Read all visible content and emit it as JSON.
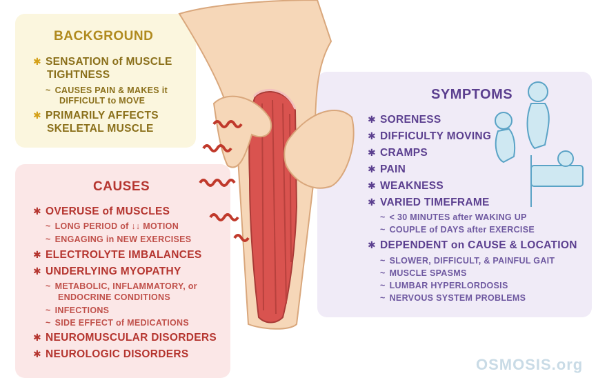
{
  "background": {
    "heading": "BACKGROUND",
    "items": [
      {
        "line1": "SENSATION of MUSCLE",
        "line2": "TIGHTNESS"
      },
      {
        "sub1": "CAUSES PAIN & MAKES it",
        "sub2": "DIFFICULT to MOVE"
      },
      {
        "line1": "PRIMARILY AFFECTS",
        "line2": "SKELETAL MUSCLE"
      }
    ]
  },
  "causes": {
    "heading": "CAUSES",
    "overuse": "OVERUSE of MUSCLES",
    "overuse_subs": [
      "LONG PERIOD of ↓↓ MOTION",
      "ENGAGING in NEW EXERCISES"
    ],
    "electrolyte": "ELECTROLYTE IMBALANCES",
    "myopathy": "UNDERLYING MYOPATHY",
    "myopathy_subs": [
      "METABOLIC, INFLAMMATORY, or",
      "ENDOCRINE CONDITIONS",
      "INFECTIONS",
      "SIDE EFFECT of MEDICATIONS"
    ],
    "neuromuscular": "NEUROMUSCULAR DISORDERS",
    "neurologic": "NEUROLOGIC DISORDERS"
  },
  "symptoms": {
    "heading": "SYMPTOMS",
    "items": [
      "SORENESS",
      "DIFFICULTY MOVING",
      "CRAMPS",
      "PAIN",
      "WEAKNESS",
      "VARIED TIMEFRAME"
    ],
    "timeframe_subs": [
      "< 30 MINUTES after WAKING UP",
      "COUPLE of DAYS after EXERCISE"
    ],
    "dependent": "DEPENDENT on CAUSE & LOCATION",
    "dependent_subs": [
      "SLOWER, DIFFICULT, & PAINFUL GAIT",
      "MUSCLE SPASMS",
      "LUMBAR HYPERLORDOSIS",
      "NERVOUS SYSTEM PROBLEMS"
    ]
  },
  "brand": "OSMOSIS.org",
  "colors": {
    "background_panel": "#fbf6de",
    "causes_panel": "#fbe7e7",
    "symptoms_panel": "#f0ebf7",
    "skin": "#f6d7b8",
    "muscle": "#d9534f"
  }
}
